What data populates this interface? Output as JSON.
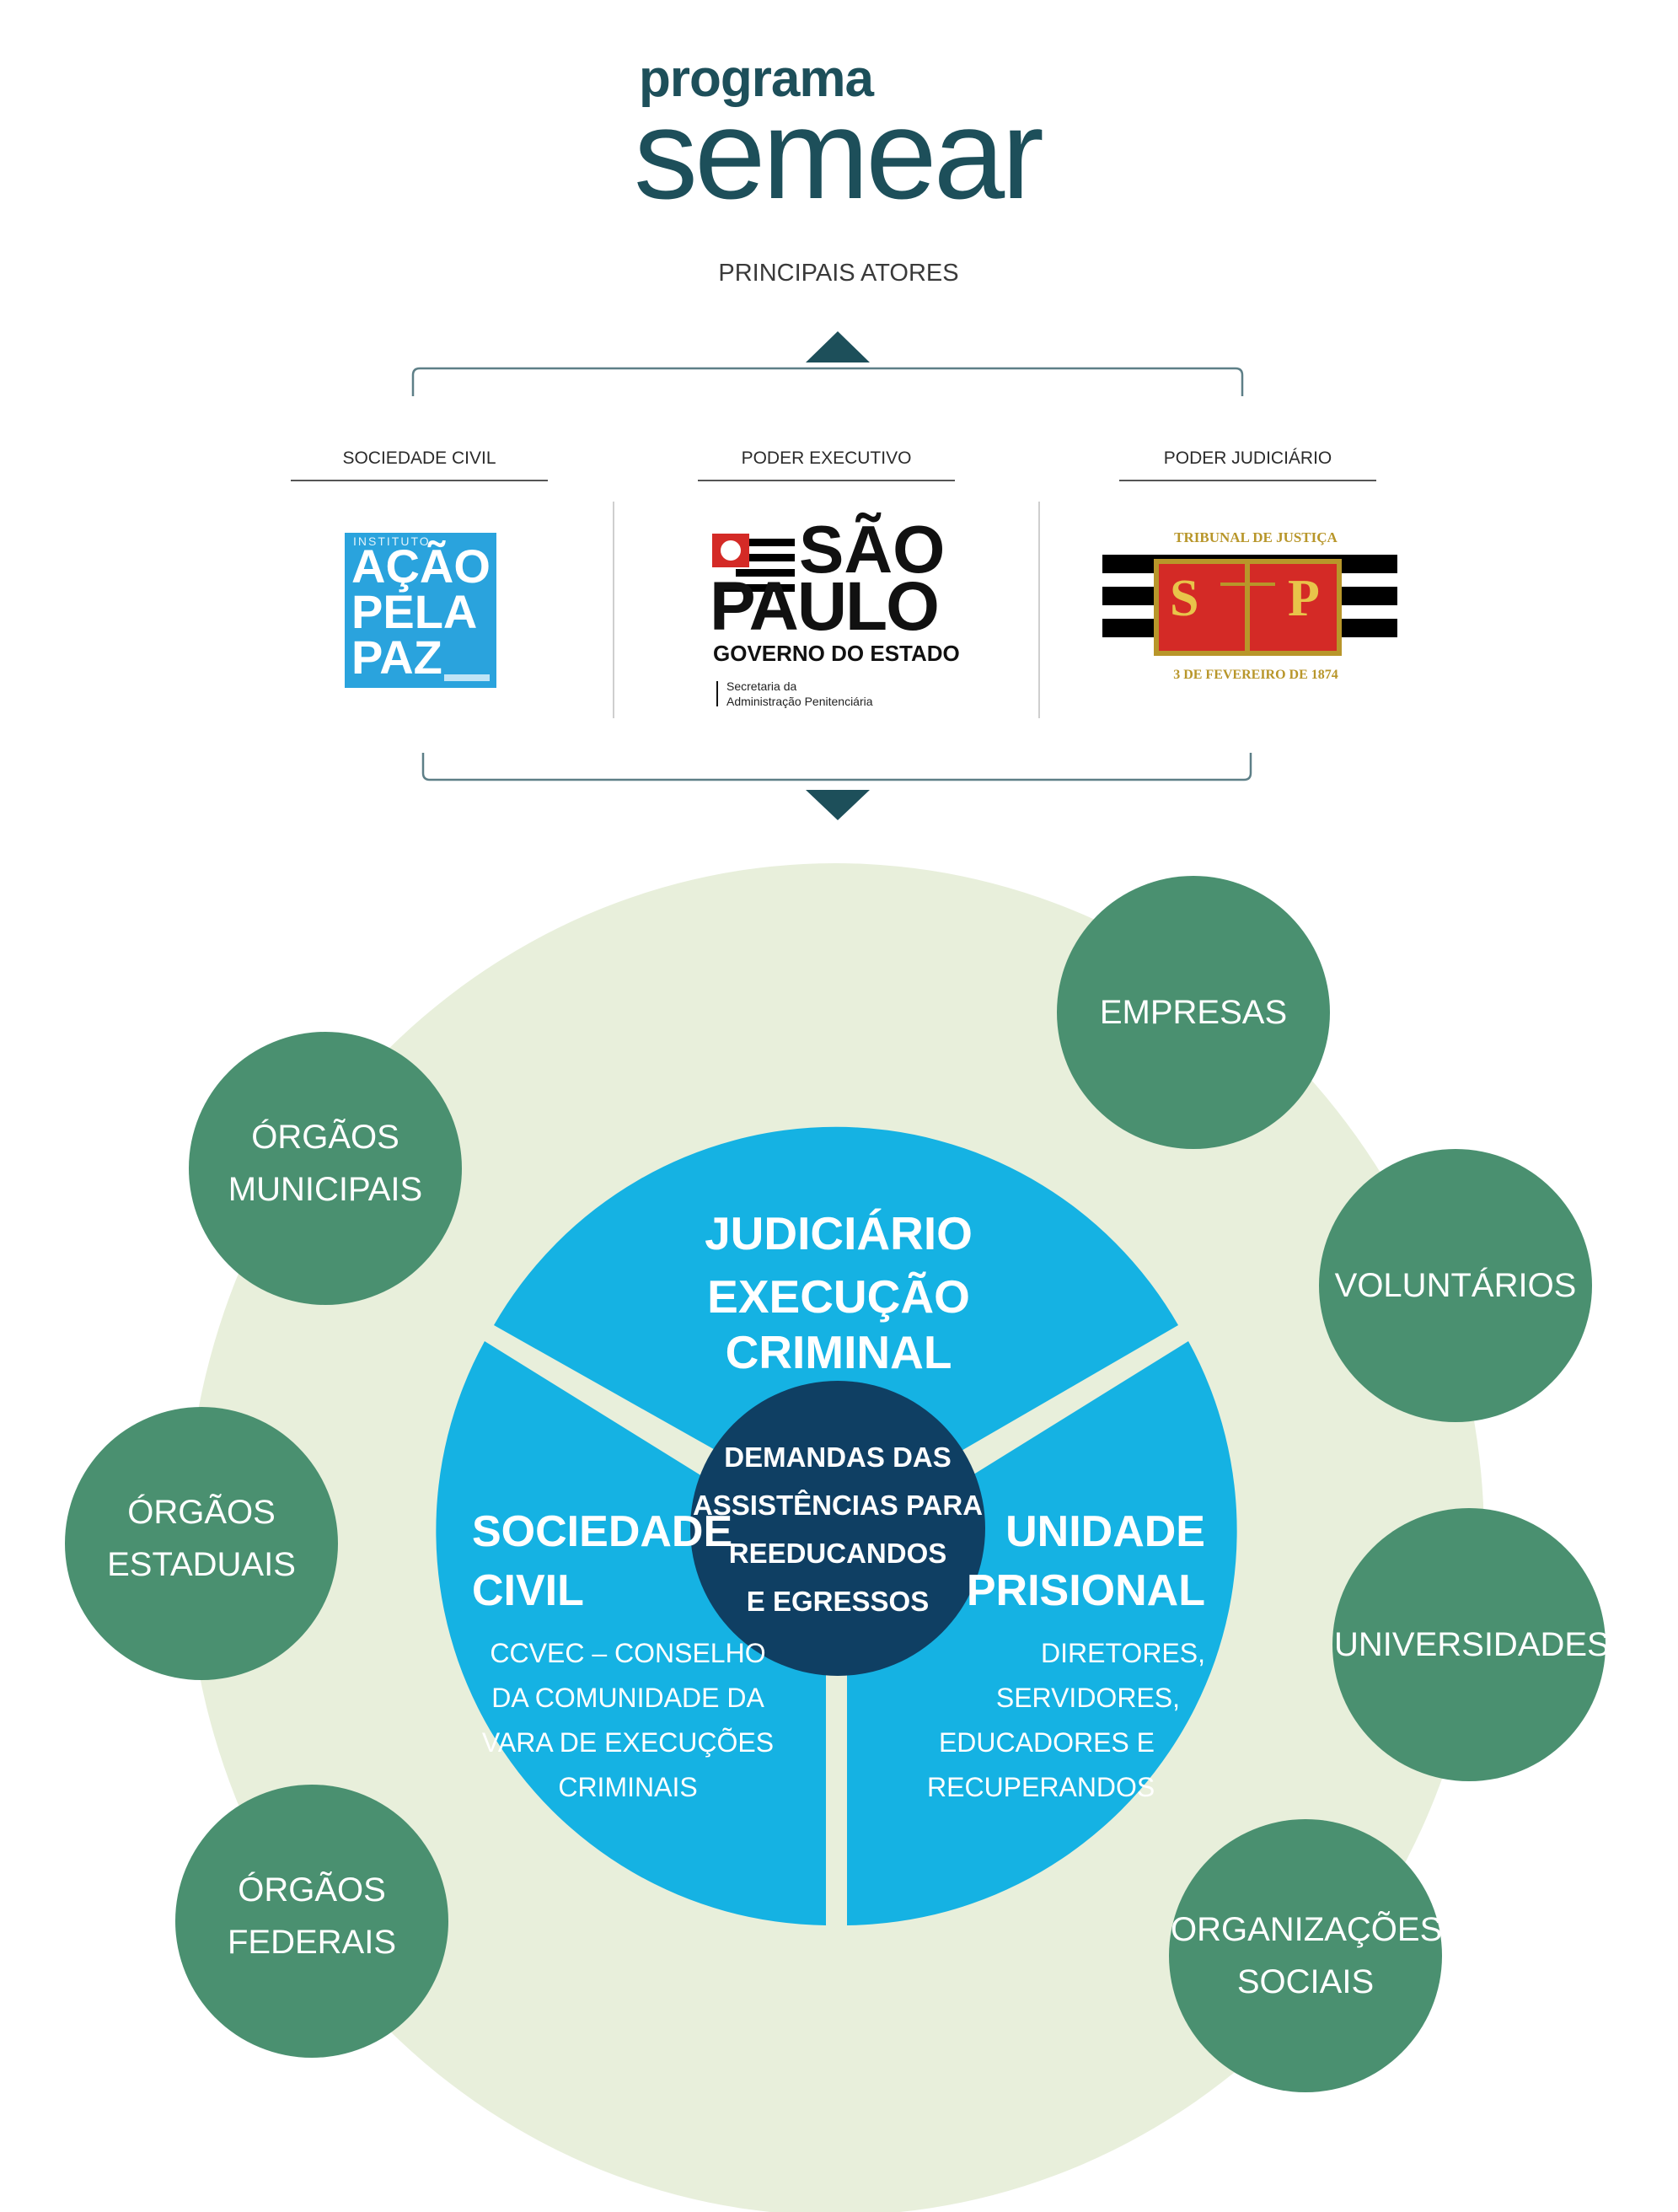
{
  "brand": {
    "line1": "programa",
    "line2": "semear"
  },
  "header": {
    "title": "PRINCIPAIS ATORES"
  },
  "columns": [
    {
      "label": "SOCIEDADE CIVIL"
    },
    {
      "label": "PODER EXECUTIVO"
    },
    {
      "label": "PODER JUDICIÁRIO"
    }
  ],
  "logo_acao": {
    "line0": "INSTITUTO",
    "line1": "AÇÃO",
    "line2": "PELA",
    "line3": "PAZ"
  },
  "logo_sp": {
    "line1": "SÃO",
    "line2": "PAULO",
    "line3": "GOVERNO DO ESTADO",
    "sub1": "Secretaria da",
    "sub2": "Administração Penitenciária"
  },
  "logo_tj": {
    "top": "TRIBUNAL DE JUSTIÇA",
    "left": "S",
    "right": "P",
    "bottom": "3 DE FEVEREIRO DE 1874"
  },
  "diagram": {
    "center": [
      "DEMANDAS DAS",
      "ASSISTÊNCIAS PARA",
      "REEDUCANDOS",
      "E EGRESSOS"
    ],
    "top": {
      "title1": "JUDICIÁRIO",
      "title2": "EXECUÇÃO CRIMINAL"
    },
    "left": {
      "title1": "SOCIEDADE",
      "title2": "CIVIL",
      "desc": [
        "CCVEC – CONSELHO",
        "DA COMUNIDADE DA",
        "VARA DE EXECUÇÕES",
        "CRIMINAIS"
      ]
    },
    "right": {
      "title1": "UNIDADE",
      "title2": "PRISIONAL",
      "desc": [
        "DIRETORES,",
        "SERVIDORES,",
        "EDUCADORES E",
        "RECUPERANDOS"
      ]
    },
    "bubbles": [
      {
        "lines": [
          "ÓRGÃOS",
          "MUNICIPAIS"
        ]
      },
      {
        "lines": [
          "ÓRGÃOS",
          "ESTADUAIS"
        ]
      },
      {
        "lines": [
          "ÓRGÃOS",
          "FEDERAIS"
        ]
      },
      {
        "lines": [
          "EMPRESAS"
        ]
      },
      {
        "lines": [
          "VOLUNTÁRIOS"
        ]
      },
      {
        "lines": [
          "UNIVERSIDADES"
        ]
      },
      {
        "lines": [
          "ORGANIZAÇÕES",
          "SOCIAIS"
        ]
      }
    ]
  },
  "colors": {
    "brand": "#1d4f5a",
    "segment": "#15b2e3",
    "center": "#0f3f63",
    "bubble": "#4a9070",
    "halo": "#e8efdb",
    "logo_blue": "#2aa3dd",
    "tj_red": "#d42a26",
    "tj_gold": "#b8962a"
  }
}
